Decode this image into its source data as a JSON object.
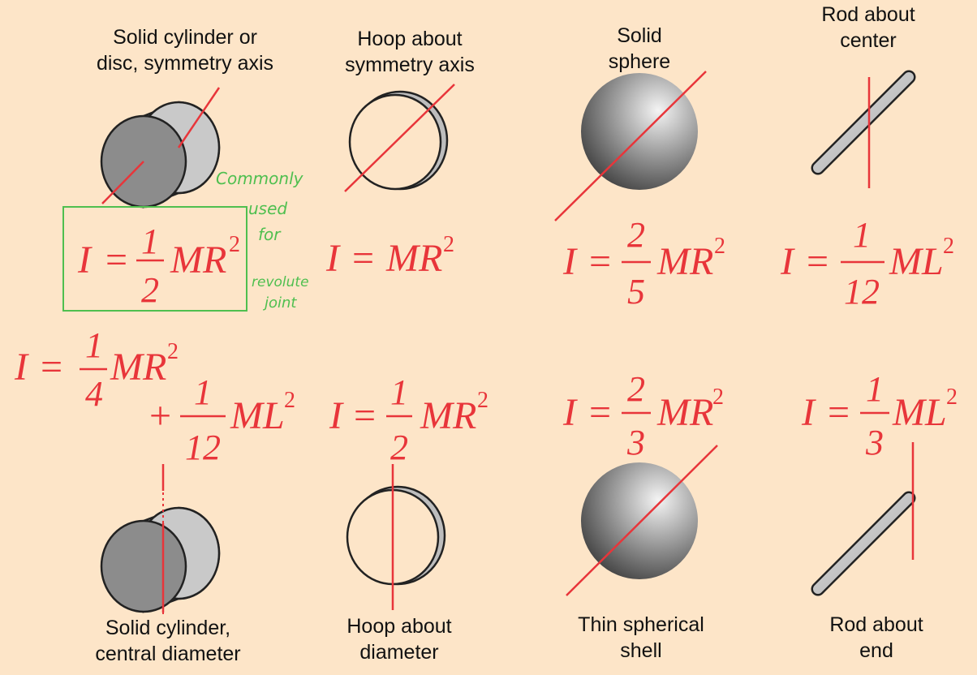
{
  "diagram": {
    "background_color": "#fde5c8",
    "accent_color": "#e8353a",
    "annotation_color": "#4fbf4f",
    "figures": [
      {
        "id": "solid-cylinder-symmetry-axis",
        "label_lines": [
          "Solid cylinder or",
          "disc, symmetry axis"
        ],
        "formula": {
          "lhs": "I",
          "numerator": "1",
          "denominator": "2",
          "body": "MR",
          "exponent": "2"
        }
      },
      {
        "id": "hoop-symmetry-axis",
        "label_lines": [
          "Hoop about",
          "symmetry axis"
        ],
        "formula": {
          "lhs": "I",
          "body": "MR",
          "exponent": "2"
        }
      },
      {
        "id": "solid-sphere",
        "label_lines": [
          "Solid",
          "sphere"
        ],
        "formula": {
          "lhs": "I",
          "numerator": "2",
          "denominator": "5",
          "body": "MR",
          "exponent": "2"
        }
      },
      {
        "id": "rod-about-center",
        "label_lines": [
          "Rod about",
          "center"
        ],
        "formula": {
          "lhs": "I",
          "numerator": "1",
          "denominator": "12",
          "body": "ML",
          "exponent": "2"
        }
      },
      {
        "id": "solid-cylinder-central-diameter",
        "label_lines": [
          "Solid cylinder,",
          "central diameter"
        ],
        "formula": {
          "lhs": "I",
          "numerator": "1",
          "denominator": "4",
          "body": "MR",
          "exponent": "2",
          "plus": "+",
          "numerator2": "1",
          "denominator2": "12",
          "body2": "ML",
          "exponent2": "2"
        }
      },
      {
        "id": "hoop-about-diameter",
        "label_lines": [
          "Hoop about",
          "diameter"
        ],
        "formula": {
          "lhs": "I",
          "numerator": "1",
          "denominator": "2",
          "body": "MR",
          "exponent": "2"
        }
      },
      {
        "id": "thin-spherical-shell",
        "label_lines": [
          "Thin spherical",
          "shell"
        ],
        "formula": {
          "lhs": "I",
          "numerator": "2",
          "denominator": "3",
          "body": "MR",
          "exponent": "2"
        }
      },
      {
        "id": "rod-about-end",
        "label_lines": [
          "Rod about",
          "end"
        ],
        "formula": {
          "lhs": "I",
          "numerator": "1",
          "denominator": "3",
          "body": "ML",
          "exponent": "2"
        }
      }
    ],
    "handwritten_note": [
      "Commonly",
      "used",
      "for",
      "revolute",
      "joint"
    ]
  }
}
